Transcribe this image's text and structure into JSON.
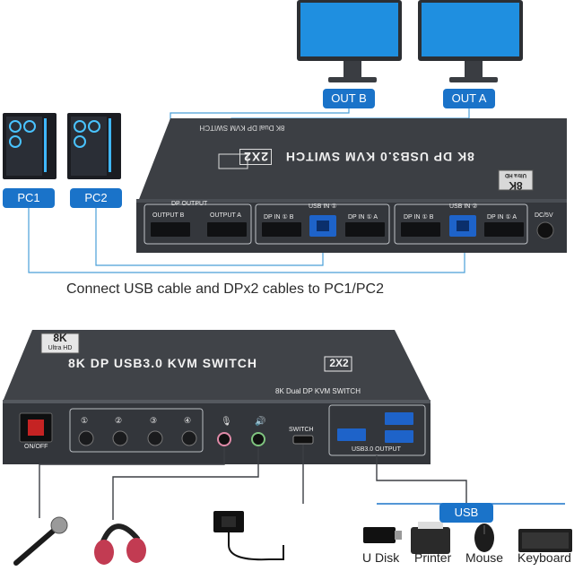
{
  "top_unit": {
    "outputs": [
      "OUT B",
      "OUT A"
    ],
    "pcs": [
      "PC1",
      "PC2"
    ],
    "title": "8K DP USB3.0 KVM SWITCH",
    "model_badge": "2X2",
    "subtitle": "8K Dual DP KVM SWITCH",
    "badge_big": "8K",
    "badge_small": "Ultra HD",
    "port_group_label": "DP OUTPUT",
    "port_output_b": "OUTPUT B",
    "port_output_a": "OUTPUT A",
    "usb_in_1": "USB IN ①",
    "usb_in_2": "USB IN ②",
    "dp_in_1b": "DP IN ① B",
    "dp_in_1a": "DP IN ① A",
    "dp_in_2b": "DP IN ① B",
    "dp_in_2a": "DP IN ① A",
    "power_label": "DC/5V"
  },
  "caption": "Connect USB cable and DPx2 cables to PC1/PC2",
  "bottom_unit": {
    "badge_big": "8K",
    "badge_small": "Ultra HD",
    "title": "8K DP USB3.0 KVM SWITCH",
    "model_badge": "2X2",
    "subtitle": "8K Dual DP KVM SWITCH",
    "onoff_label": "ON/OFF",
    "buttons": [
      "①",
      "②",
      "③",
      "④"
    ],
    "switch_label": "SWITCH",
    "usb_output_label": "USB3.0 OUTPUT"
  },
  "usb_pill": "USB",
  "peripherals": [
    "U Disk",
    "Printer",
    "Mouse",
    "Keyboard"
  ]
}
